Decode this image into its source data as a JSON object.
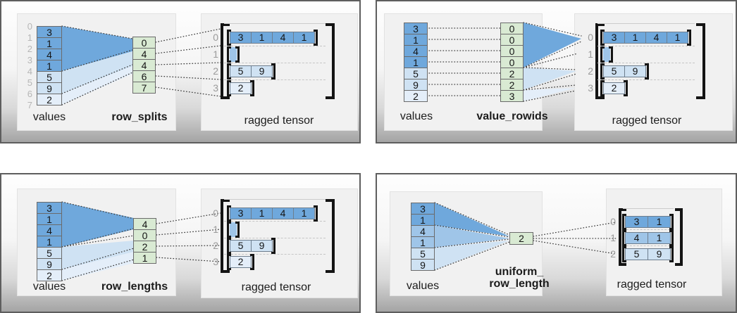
{
  "colors": {
    "dark": "#6fa8dc",
    "medium": "#9fc5e8",
    "light": "#cfe2f3",
    "pale": "#e4eef9",
    "green": "#d9ead3"
  },
  "diagrams": [
    {
      "id": "row_splits",
      "values_label": "values",
      "tensor_label": "ragged tensor",
      "encoder_label_lines": [
        "row_splits"
      ],
      "values": [
        3,
        1,
        4,
        1,
        5,
        9,
        2
      ],
      "value_shades": [
        "dark",
        "dark",
        "dark",
        "dark",
        "light",
        "light",
        "pale"
      ],
      "value_index_labels": [
        "0",
        "1",
        "2",
        "3",
        "4",
        "5",
        "6",
        "7"
      ],
      "encoding": [
        0,
        4,
        4,
        6,
        7
      ],
      "rows": [
        {
          "label": "0",
          "shade": "dark",
          "cells": [
            3,
            1,
            4,
            1
          ]
        },
        {
          "label": "1",
          "shade": "medium",
          "cells": []
        },
        {
          "label": "2",
          "shade": "light",
          "cells": [
            5,
            9
          ]
        },
        {
          "label": "3",
          "shade": "pale",
          "cells": [
            2
          ]
        }
      ]
    },
    {
      "id": "value_rowids",
      "values_label": "values",
      "tensor_label": "ragged tensor",
      "encoder_label_lines": [
        "value_rowids"
      ],
      "values": [
        3,
        1,
        4,
        1,
        5,
        9,
        2
      ],
      "value_shades": [
        "dark",
        "dark",
        "dark",
        "dark",
        "light",
        "light",
        "pale"
      ],
      "encoding": [
        0,
        0,
        0,
        0,
        2,
        2,
        3
      ],
      "rows": [
        {
          "label": "0",
          "shade": "dark",
          "cells": [
            3,
            1,
            4,
            1
          ]
        },
        {
          "label": "1",
          "shade": "medium",
          "cells": []
        },
        {
          "label": "2",
          "shade": "light",
          "cells": [
            5,
            9
          ]
        },
        {
          "label": "3",
          "shade": "pale",
          "cells": [
            2
          ]
        }
      ]
    },
    {
      "id": "row_lengths",
      "values_label": "values",
      "tensor_label": "ragged tensor",
      "encoder_label_lines": [
        "row_lengths"
      ],
      "values": [
        3,
        1,
        4,
        1,
        5,
        9,
        2
      ],
      "value_shades": [
        "dark",
        "dark",
        "dark",
        "dark",
        "light",
        "light",
        "pale"
      ],
      "encoding": [
        4,
        0,
        2,
        1
      ],
      "rows": [
        {
          "label": "0",
          "shade": "dark",
          "cells": [
            3,
            1,
            4,
            1
          ]
        },
        {
          "label": "1",
          "shade": "medium",
          "cells": []
        },
        {
          "label": "2",
          "shade": "light",
          "cells": [
            5,
            9
          ]
        },
        {
          "label": "3",
          "shade": "pale",
          "cells": [
            2
          ]
        }
      ]
    },
    {
      "id": "uniform_row_length",
      "values_label": "values",
      "tensor_label": "ragged tensor",
      "encoder_label_lines": [
        "uniform_",
        "row_length"
      ],
      "values": [
        3,
        1,
        4,
        1,
        5,
        9
      ],
      "value_shades": [
        "dark",
        "dark",
        "medium",
        "medium",
        "light",
        "light"
      ],
      "encoding": [
        2
      ],
      "rows": [
        {
          "label": "0",
          "shade": "dark",
          "cells": [
            3,
            1
          ]
        },
        {
          "label": "1",
          "shade": "medium",
          "cells": [
            4,
            1
          ]
        },
        {
          "label": "2",
          "shade": "light",
          "cells": [
            5,
            9
          ]
        }
      ]
    }
  ]
}
